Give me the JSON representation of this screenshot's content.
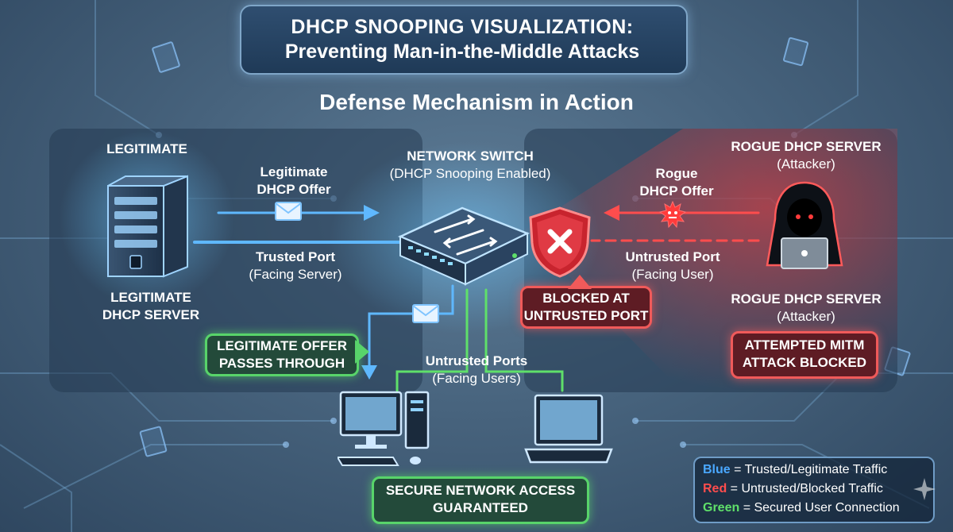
{
  "header": {
    "title_line1": "DHCP SNOOPING VISUALIZATION:",
    "title_line2": "Preventing Man-in-the-Middle Attacks",
    "subtitle": "Defense Mechanism in Action"
  },
  "left": {
    "top_label": "LEGITIMATE",
    "server_label_line1": "LEGITIMATE",
    "server_label_line2": "DHCP SERVER",
    "offer_line1": "Legitimate",
    "offer_line2": "DHCP Offer",
    "port_line1": "Trusted Port",
    "port_line2": "(Facing Server)"
  },
  "switch": {
    "name": "NETWORK SWITCH",
    "state": "(DHCP Snooping Enabled)"
  },
  "right": {
    "top_name": "ROGUE DHCP SERVER",
    "top_role": "(Attacker)",
    "offer_line1": "Rogue",
    "offer_line2": "DHCP Offer",
    "port_line1": "Untrusted Port",
    "port_line2": "(Facing User)",
    "bottom_name": "ROGUE DHCP SERVER",
    "bottom_role": "(Attacker)"
  },
  "callouts": {
    "blocked_line1": "BLOCKED AT",
    "blocked_line2": "UNTRUSTED PORT",
    "passes_line1": "LEGITIMATE OFFER",
    "passes_line2": "PASSES THROUGH",
    "mitm_line1": "ATTEMPTED MITM",
    "mitm_line2": "ATTACK BLOCKED",
    "secure_line1": "SECURE NETWORK ACCESS",
    "secure_line2": "GUARANTEED"
  },
  "users": {
    "ports_line1": "Untrusted Ports",
    "ports_line2": "(Facing Users)"
  },
  "legend": [
    {
      "key": "Blue",
      "text": " = Trusted/Legitimate Traffic",
      "color": "#4aa8ff"
    },
    {
      "key": "Red",
      "text": " = Untrusted/Blocked Traffic",
      "color": "#ff4d4d"
    },
    {
      "key": "Green",
      "text": " = Secured User Connection",
      "color": "#5fe06a"
    }
  ],
  "colors": {
    "trusted": "#4aa8ff",
    "blocked": "#ff4d4d",
    "secured": "#5fe06a"
  }
}
